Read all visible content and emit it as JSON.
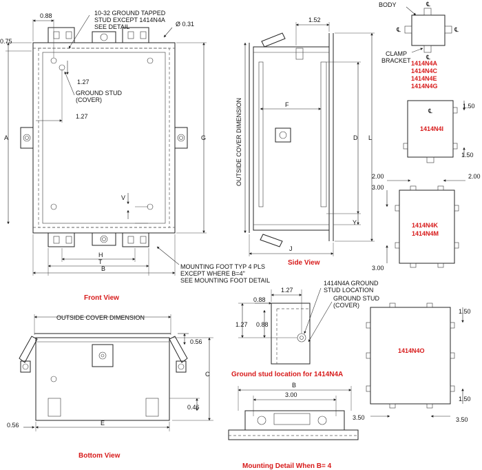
{
  "front_view": {
    "caption": "Front View",
    "dims": {
      "d088": "0.88",
      "d075": "0.75",
      "d031": "Ø 0.31",
      "d127a": "1.27",
      "d127b": "1.27",
      "A": "A",
      "G": "G",
      "V": "V",
      "H": "H",
      "T": "T",
      "B": "B"
    },
    "callout_stud": [
      "10-32 GROUND TAPPED",
      "STUD EXCEPT 1414N4A",
      "SEE DETAIL"
    ],
    "callout_ground": [
      "GROUND STUD",
      "(COVER)"
    ],
    "callout_foot": [
      "MOUNTING FOOT TYP 4 PLS",
      "EXCEPT WHERE B=4\"",
      "SEE MOUNTING FOOT DETAIL"
    ]
  },
  "side_view": {
    "caption": "Side View",
    "vertical_label": "OUTSIDE COVER DIMENSION",
    "dims": {
      "d152": "1.52",
      "F": "F",
      "D": "D",
      "L": "L",
      "Y": "Y",
      "J": "J"
    }
  },
  "key_panel": {
    "body_label": "BODY",
    "clamp_label": [
      "CLAMP",
      "BRACKET"
    ],
    "center_mark": "℄",
    "models_a": [
      "1414N4A",
      "1414N4C",
      "1414N4E",
      "1414N4G"
    ],
    "model_i": "1414N4I",
    "model_km": [
      "1414N4K",
      "1414N4M"
    ],
    "model_o": "1414N4O",
    "dims": {
      "i150a": "1.50",
      "i150b": "1.50",
      "k200a": "2.00",
      "k200b": "2.00",
      "k300a": "3.00",
      "k300b": "3.00",
      "o150a": "1.50",
      "o150b": "1.50",
      "o350a": "3.50",
      "o350b": "3.50"
    }
  },
  "bottom_view": {
    "caption": "Bottom View",
    "top_label": "OUTSIDE COVER DIMENSION",
    "dims": {
      "d056a": "0.56",
      "d056b": "0.56",
      "C": "C",
      "d046": "0.46",
      "E": "E"
    }
  },
  "ground_detail": {
    "caption": "Ground stud location for 1414N4A",
    "callout_a": [
      "1414N4A GROUND",
      "STUD LOCATION"
    ],
    "callout_b": [
      "GROUND STUD",
      "(COVER)"
    ],
    "dims": {
      "d127a": "1.27",
      "d088a": "0.88",
      "d127b": "1.27",
      "d088b": "0.88"
    }
  },
  "mounting_detail": {
    "caption": "Mounting Detail When B= 4",
    "dims": {
      "B": "B",
      "d300": "3.00"
    }
  },
  "colors": {
    "caption_red": "#d71a1a",
    "line": "#222222"
  }
}
